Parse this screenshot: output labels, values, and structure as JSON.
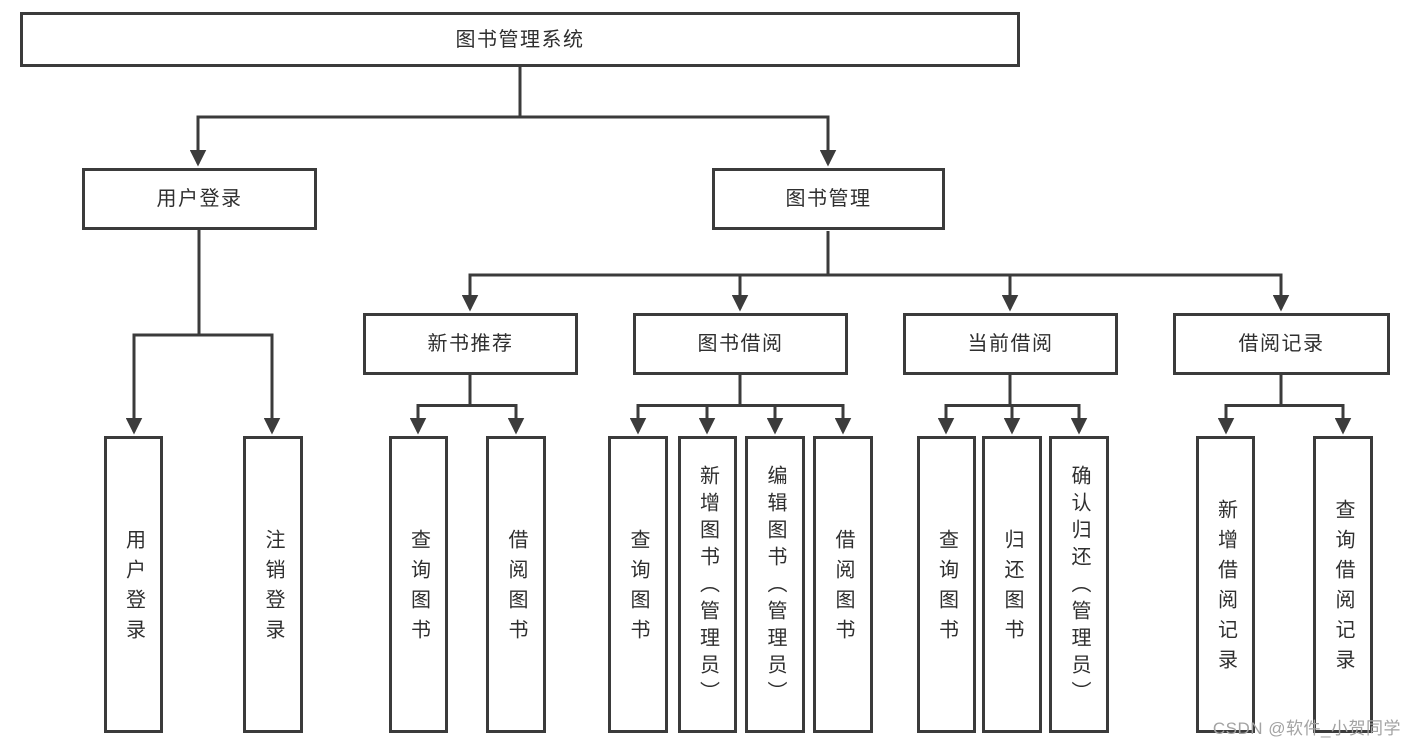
{
  "diagram": {
    "root": {
      "label": "图书管理系统"
    },
    "branches": [
      {
        "label": "用户登录",
        "children": [
          {
            "label": "用户登录"
          },
          {
            "label": "注销登录"
          }
        ]
      },
      {
        "label": "图书管理",
        "children": [
          {
            "label": "新书推荐",
            "children": [
              {
                "label": "查询图书"
              },
              {
                "label": "借阅图书"
              }
            ]
          },
          {
            "label": "图书借阅",
            "children": [
              {
                "label": "查询图书"
              },
              {
                "label": "新增图书（管理员）"
              },
              {
                "label": "编辑图书（管理员）"
              },
              {
                "label": "借阅图书"
              }
            ]
          },
          {
            "label": "当前借阅",
            "children": [
              {
                "label": "查询图书"
              },
              {
                "label": "归还图书"
              },
              {
                "label": "确认归还（管理员）"
              }
            ]
          },
          {
            "label": "借阅记录",
            "children": [
              {
                "label": "新增借阅记录"
              },
              {
                "label": "查询借阅记录"
              }
            ]
          }
        ]
      }
    ]
  },
  "watermark": {
    "text": "CSDN @软件_小贺同学"
  },
  "colors": {
    "line": "#3b3b3b",
    "text": "#2f2f2f",
    "watermark": "#a3a3a3",
    "background": "#ffffff"
  }
}
